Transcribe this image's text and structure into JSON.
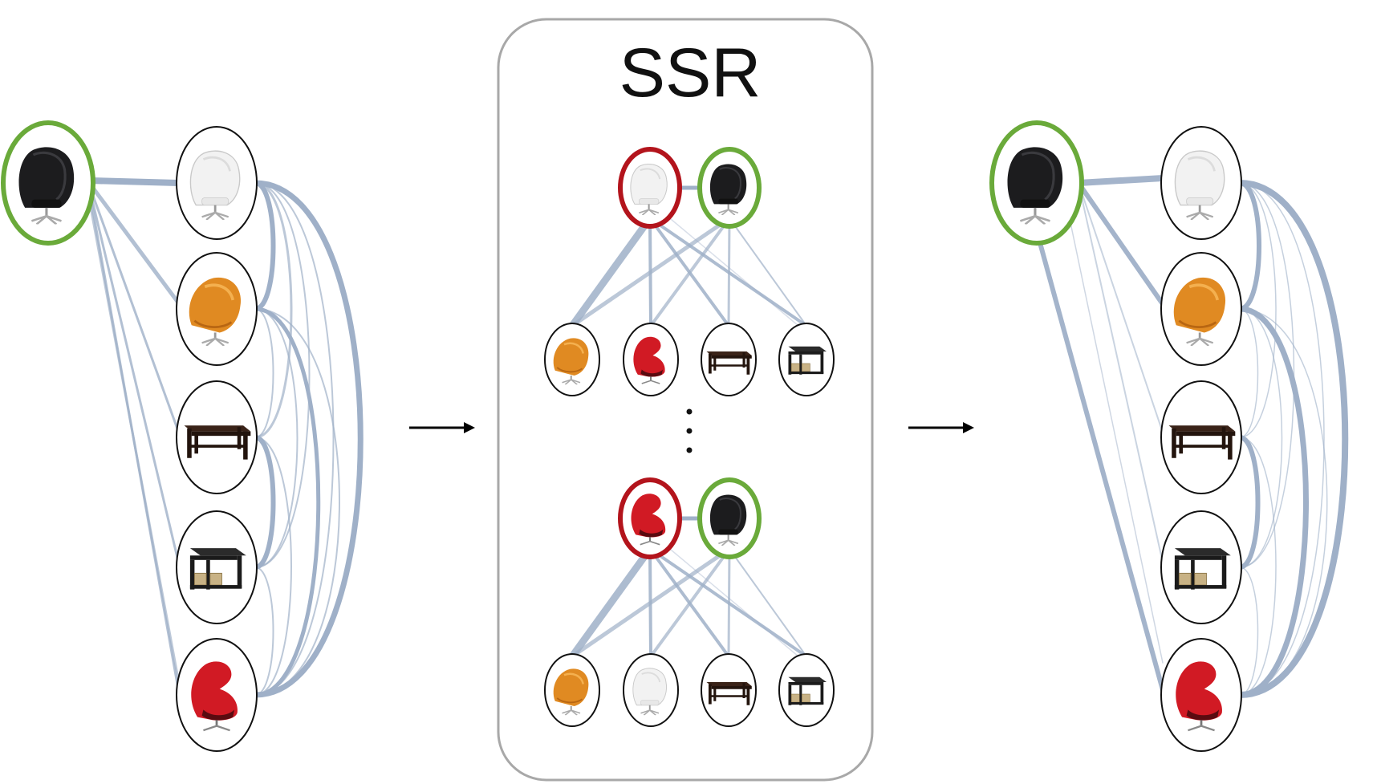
{
  "ssr_panel": {
    "title": "SSR"
  },
  "node_kinds": [
    "black-egg-chair",
    "white-egg-chair",
    "orange-egg-chair",
    "coffee-table",
    "storage-end-table",
    "red-egg-chair"
  ],
  "colors": {
    "edge": "#9fb0c8",
    "query_ring": "#6aaa3a",
    "candidate_ring": "#b3141c",
    "node_outline": "#111111",
    "panel_border": "#a8a8a8"
  },
  "input_graph": {
    "query": "black-egg-chair",
    "items": [
      "white-egg-chair",
      "orange-egg-chair",
      "coffee-table",
      "storage-end-table",
      "red-egg-chair"
    ]
  },
  "ssr_steps": [
    {
      "candidate": "white-egg-chair",
      "query": "black-egg-chair",
      "items": [
        "orange-egg-chair",
        "red-egg-chair",
        "coffee-table",
        "storage-end-table"
      ]
    },
    {
      "candidate": "red-egg-chair",
      "query": "black-egg-chair",
      "items": [
        "orange-egg-chair",
        "white-egg-chair",
        "coffee-table",
        "storage-end-table"
      ]
    }
  ],
  "output_graph": {
    "query": "black-egg-chair",
    "items": [
      "white-egg-chair",
      "orange-egg-chair",
      "coffee-table",
      "storage-end-table",
      "red-egg-chair"
    ]
  },
  "continuation": "ellipsis",
  "flow": [
    "input_graph",
    "ssr_panel",
    "output_graph"
  ]
}
